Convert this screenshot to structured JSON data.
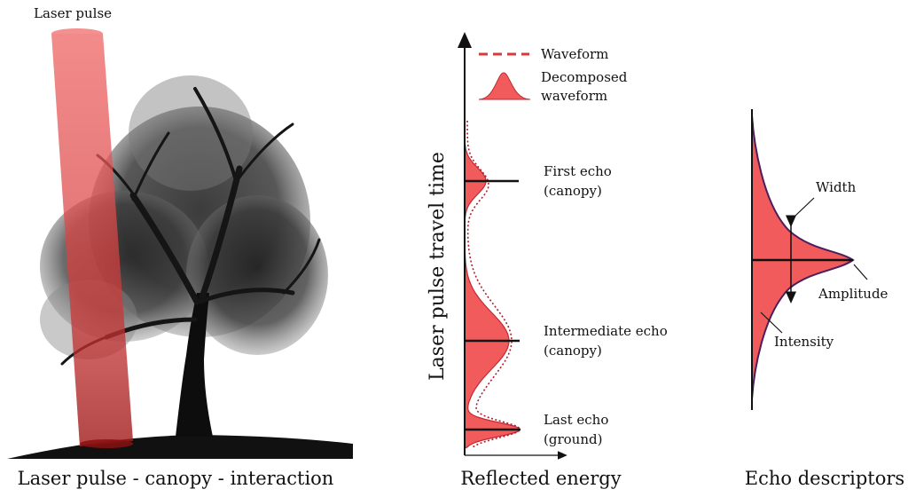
{
  "left_panel": {
    "beam_label": "Laser pulse",
    "caption": "Laser pulse - canopy - interaction",
    "beam_color": "#e64343"
  },
  "middle_panel": {
    "y_axis_label": "Laser pulse travel time",
    "x_axis_label": "Reflected energy",
    "legend": {
      "waveform": "Waveform",
      "decomposed_line1": "Decomposed",
      "decomposed_line2": "waveform"
    },
    "echoes": [
      {
        "line1": "First echo",
        "line2": "(canopy)"
      },
      {
        "line1": "Intermediate echo",
        "line2": "(canopy)"
      },
      {
        "line1": "Last echo",
        "line2": "(ground)"
      }
    ],
    "fill_color": "#f25b5b",
    "waveform_color": "#b01e2e"
  },
  "right_panel": {
    "caption": "Echo descriptors",
    "width_label": "Width",
    "amplitude_label": "Amplitude",
    "intensity_label": "Intensity",
    "fill_color": "#f25b5b",
    "outline_color": "#4a1f5c"
  }
}
